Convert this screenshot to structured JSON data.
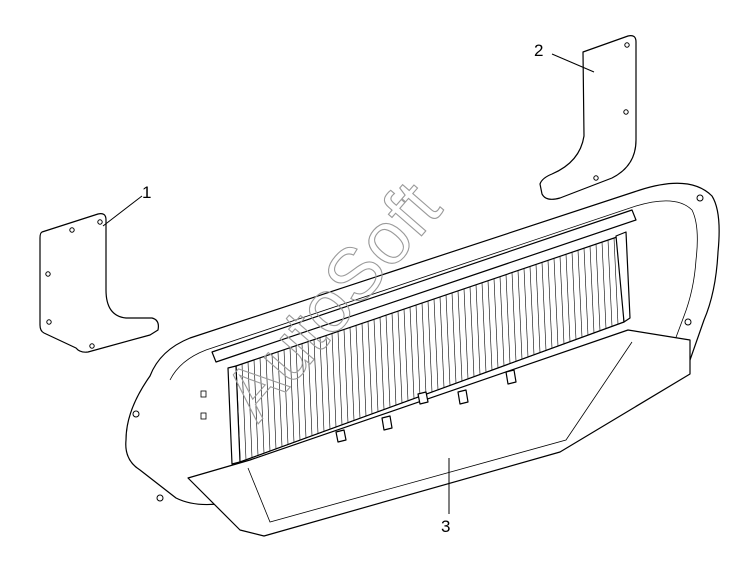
{
  "callouts": [
    {
      "id": "1",
      "label": "1"
    },
    {
      "id": "2",
      "label": "2"
    },
    {
      "id": "3",
      "label": "3"
    }
  ],
  "watermark": {
    "text": "AutoSoft"
  },
  "colors": {
    "line": "#000000",
    "background": "#ffffff",
    "watermark": "#9a9a9a"
  }
}
